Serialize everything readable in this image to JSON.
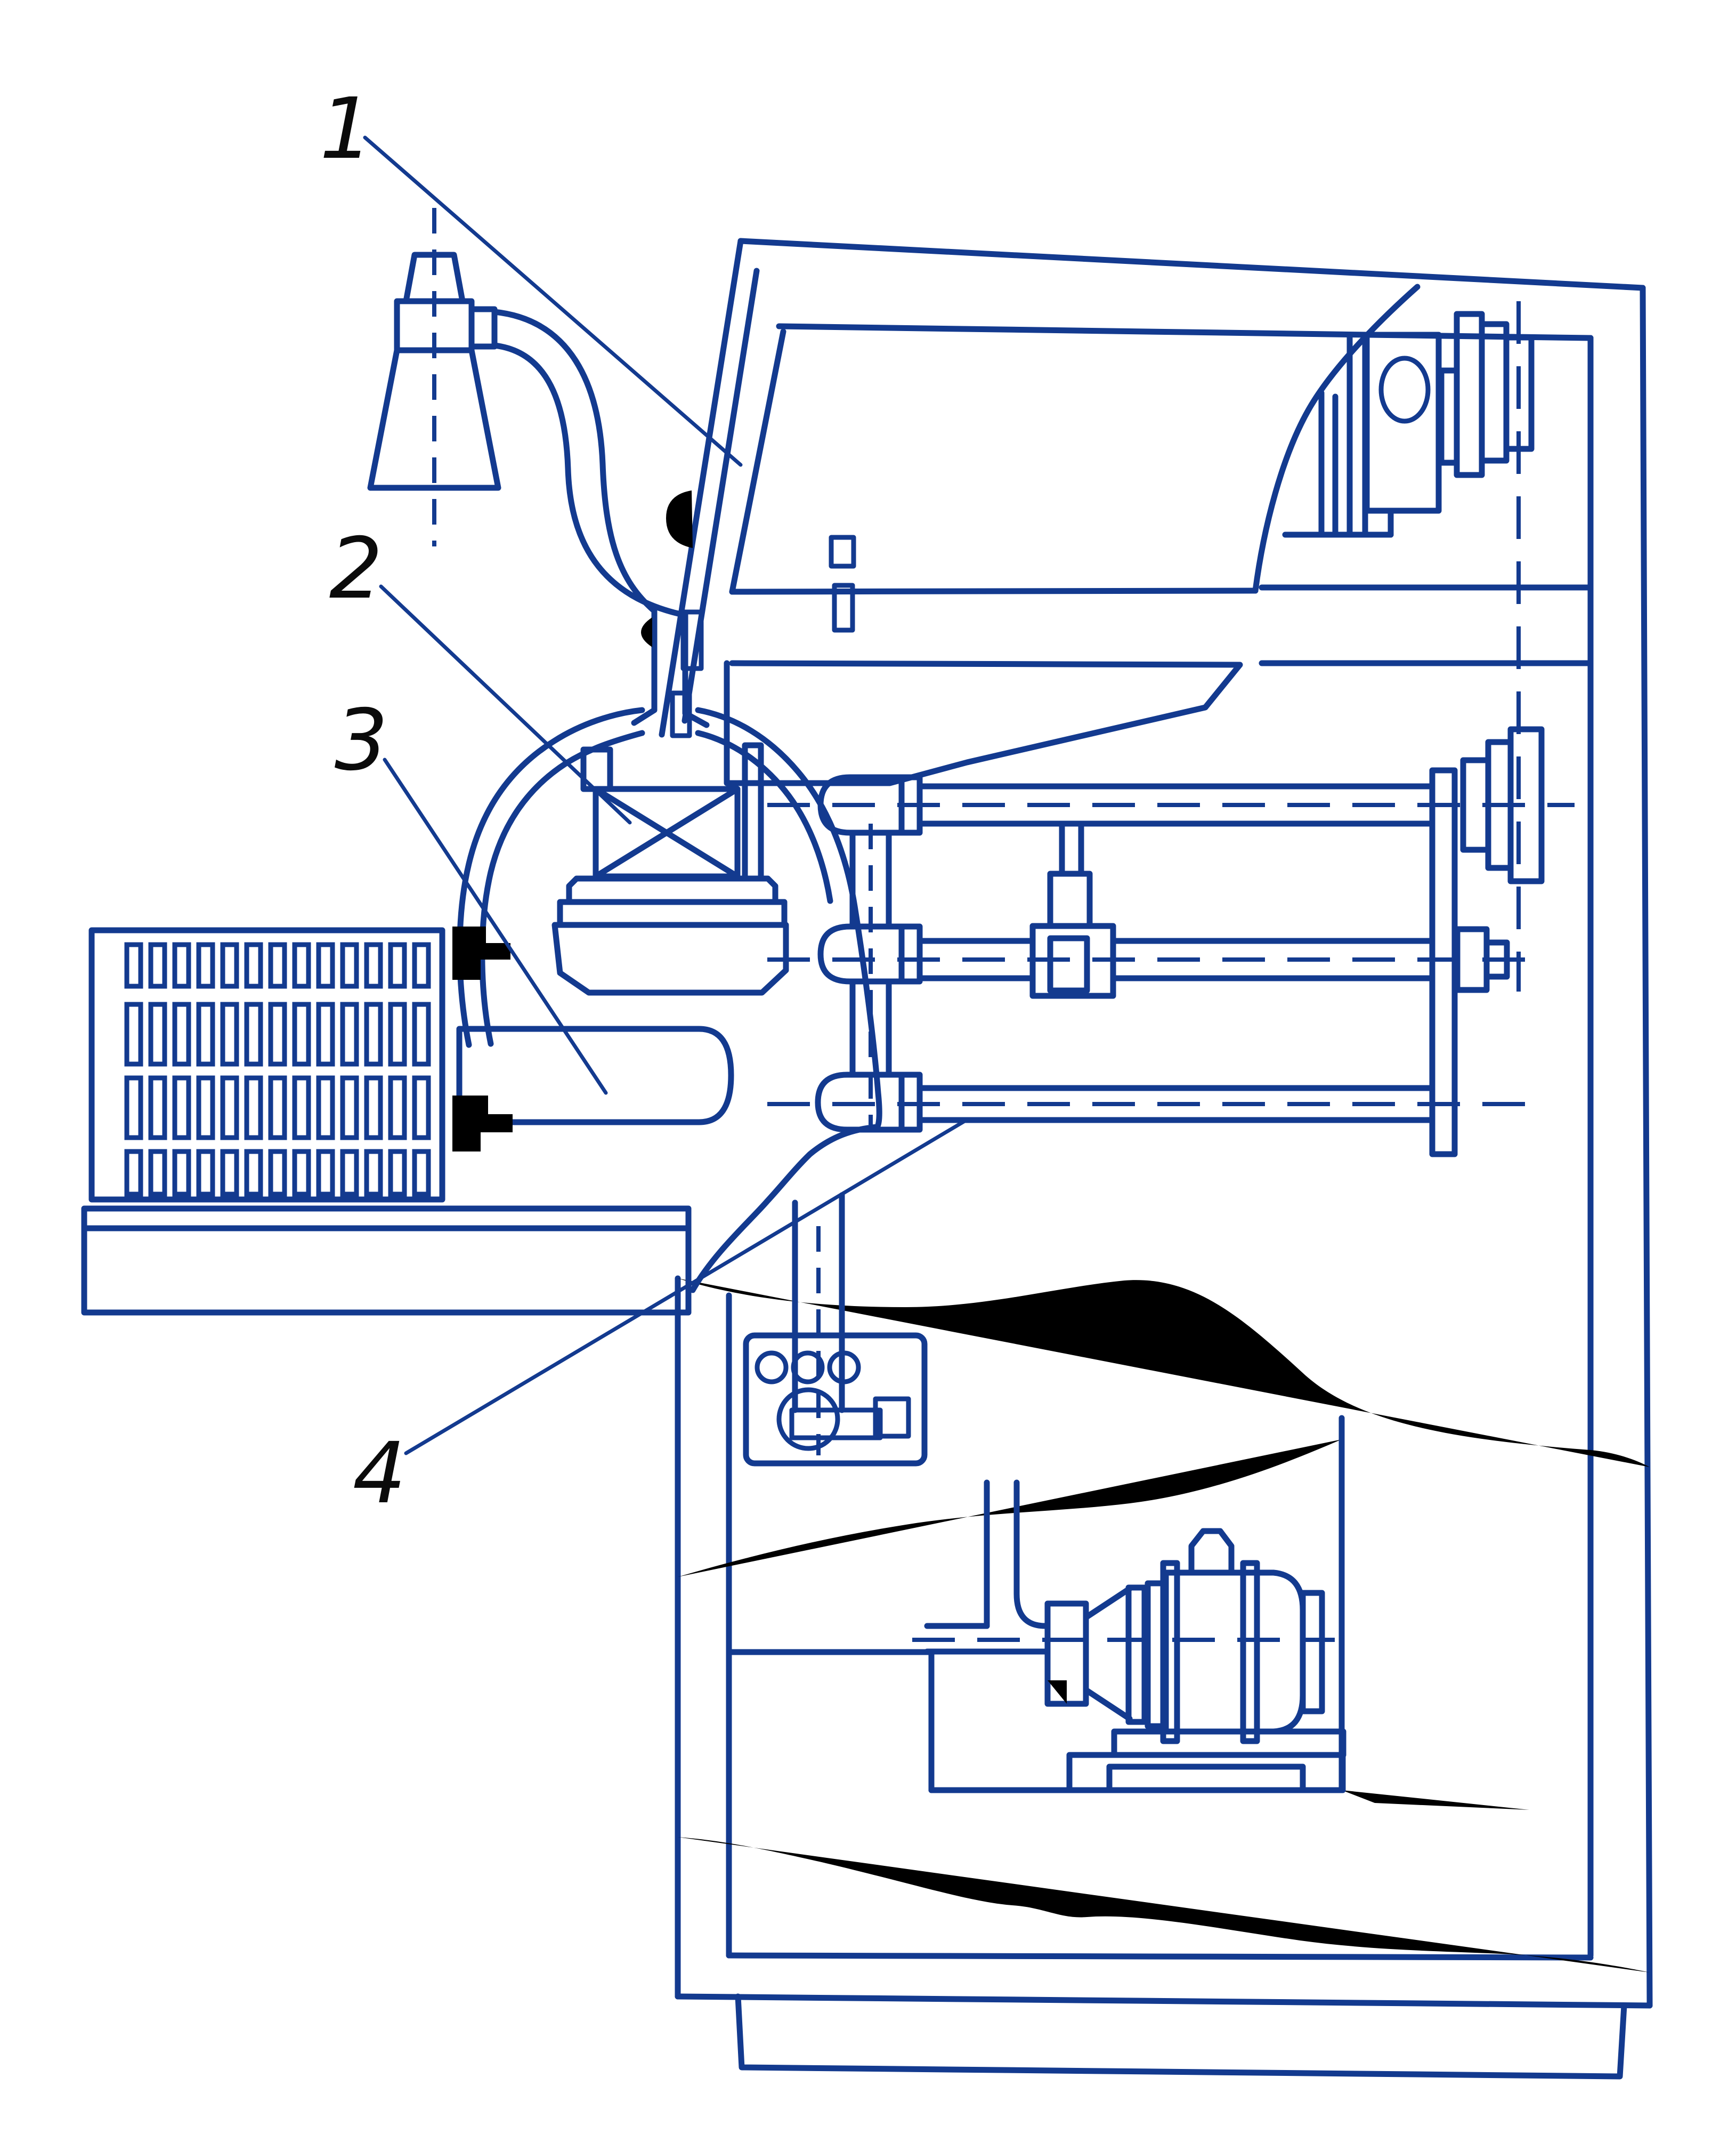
{
  "figure": {
    "kind": "machine-tool-cutaway-blueprint-diagram",
    "background": "#ffffff",
    "line_color": "#133a8f",
    "label_color": "#0b0b0b",
    "callouts": [
      {
        "label": "1"
      },
      {
        "label": "2"
      },
      {
        "label": "3"
      },
      {
        "label": "4"
      }
    ]
  }
}
